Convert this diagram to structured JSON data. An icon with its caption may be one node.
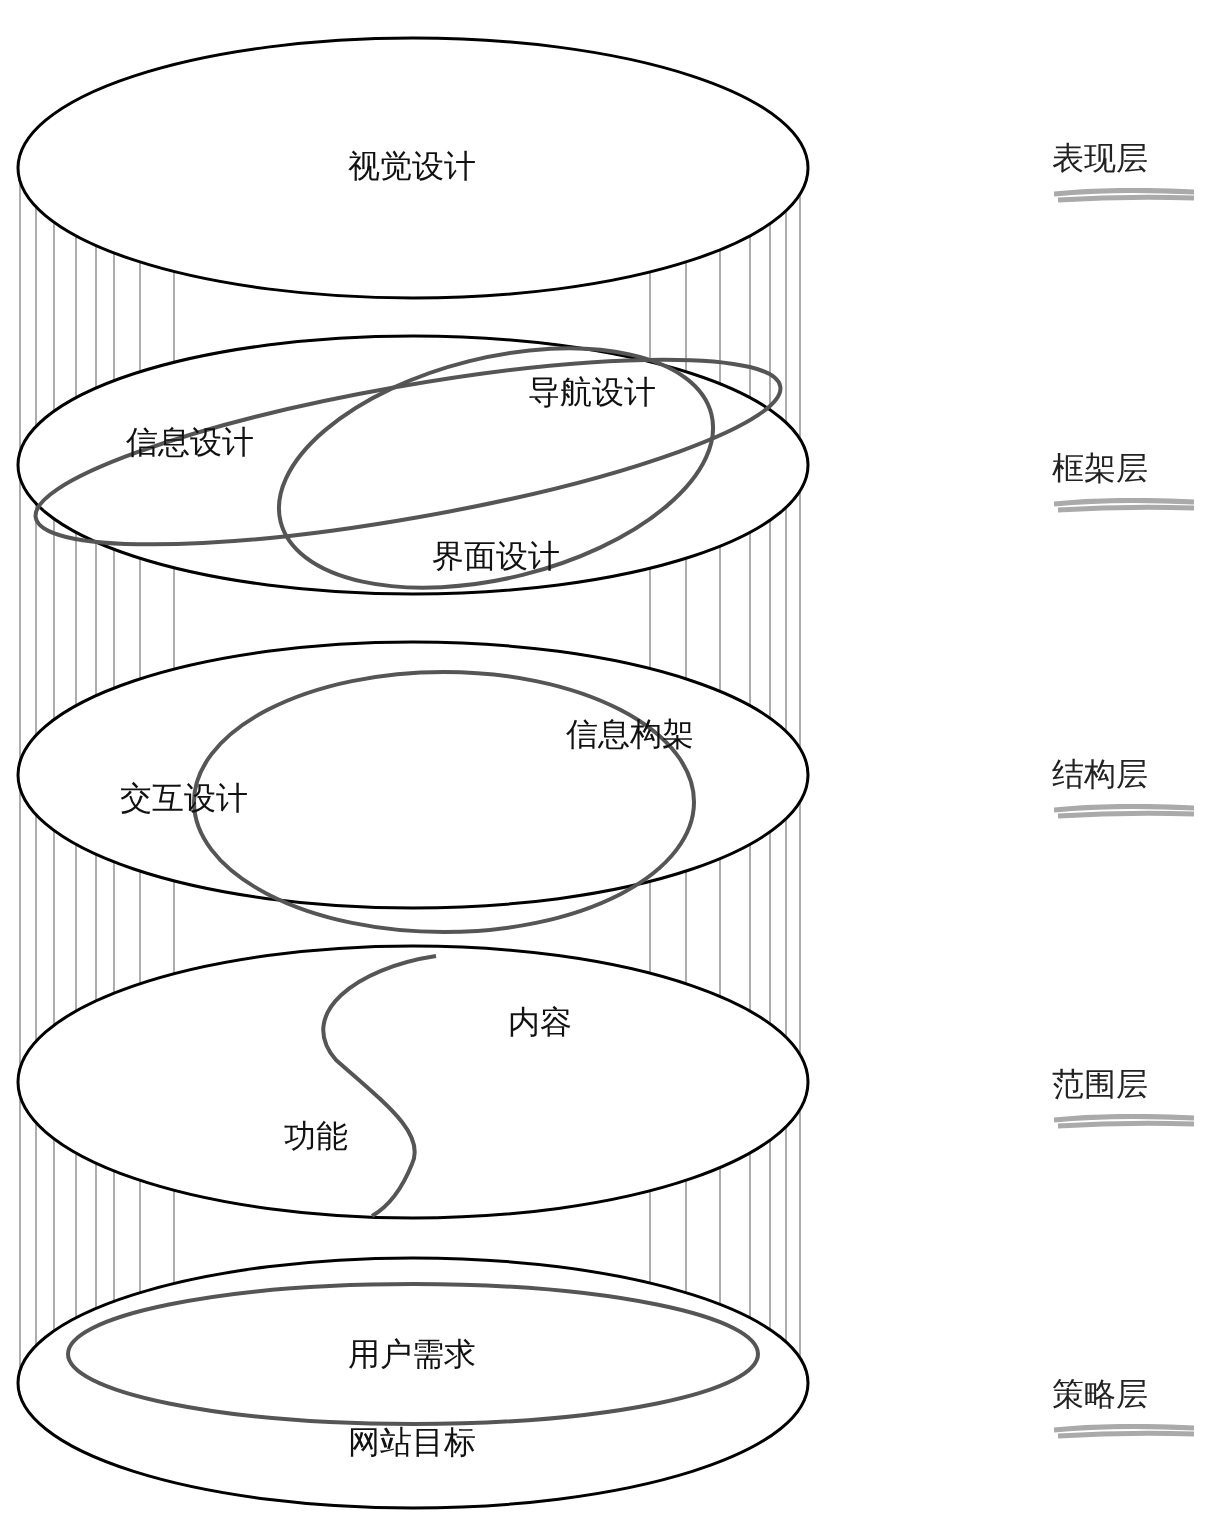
{
  "diagram": {
    "nodes": [
      {
        "text": [
          "视觉设计"
        ]
      },
      {
        "text": [],
        "shape": "ellipse"
      },
      {
        "text": [
          "信息设计"
        ],
        "in": 1
      },
      {
        "text": [
          "导航设计",
          "界面设计"
        ],
        "in": 1
      },
      {
        "text": [
          "交互设计"
        ]
      },
      {
        "text": [
          "信息构架"
        ],
        "in": 4
      },
      {
        "text": [
          "内容",
          "功能"
        ]
      },
      {
        "text": [
          "网站目标"
        ]
      },
      {
        "text": [
          "用户需求"
        ],
        "in": 7
      }
    ],
    "labels": [
      "表现层",
      "框架层",
      "结构层",
      "范围层",
      "策略层"
    ]
  }
}
